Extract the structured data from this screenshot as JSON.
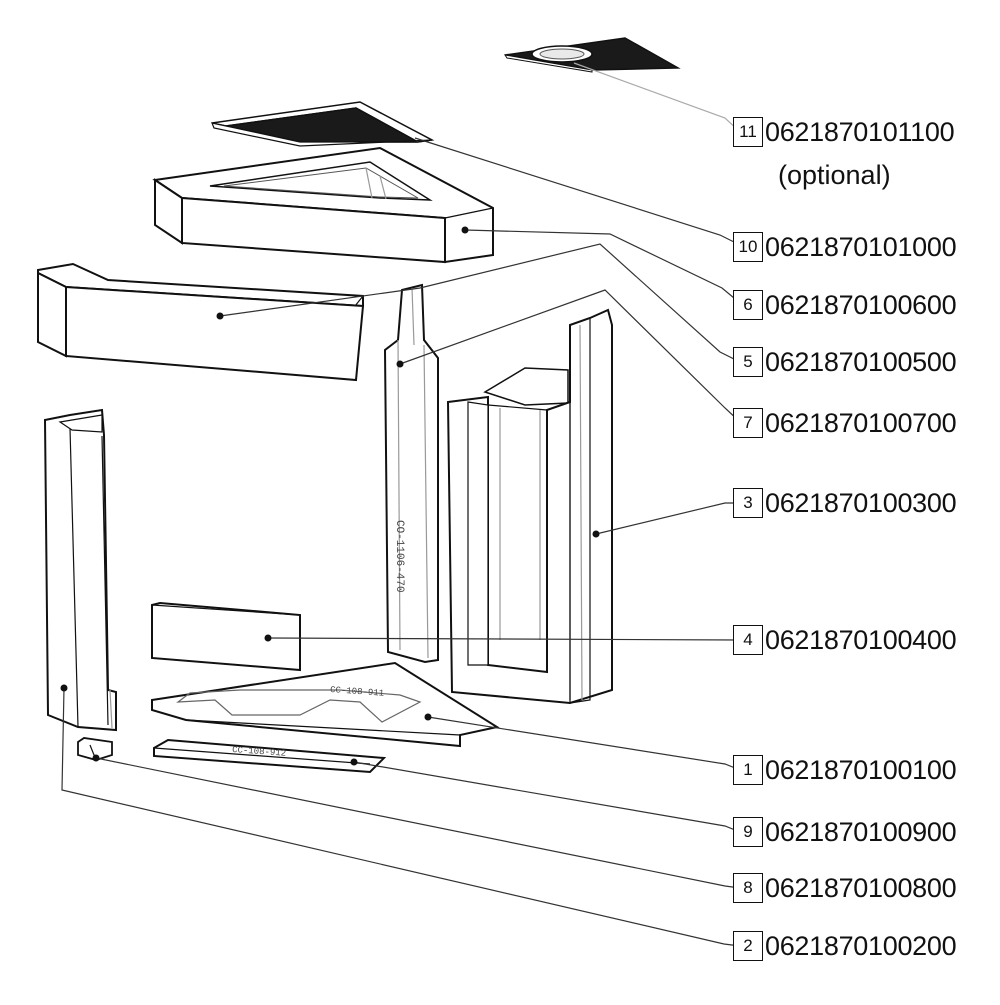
{
  "callouts": [
    {
      "id": "11",
      "part_number": "0621870101100",
      "note": "(optional)"
    },
    {
      "id": "10",
      "part_number": "0621870101000"
    },
    {
      "id": "6",
      "part_number": "0621870100600"
    },
    {
      "id": "5",
      "part_number": "0621870100500"
    },
    {
      "id": "7",
      "part_number": "0621870100700"
    },
    {
      "id": "3",
      "part_number": "0621870100300"
    },
    {
      "id": "4",
      "part_number": "0621870100400"
    },
    {
      "id": "1",
      "part_number": "0621870100100"
    },
    {
      "id": "9",
      "part_number": "0621870100900"
    },
    {
      "id": "8",
      "part_number": "0621870100800"
    },
    {
      "id": "2",
      "part_number": "0621870100200"
    }
  ],
  "part_engravings": {
    "part_7": "CO-1106-470",
    "part_1": "CC-108-911",
    "part_9": "CC-108-912"
  }
}
